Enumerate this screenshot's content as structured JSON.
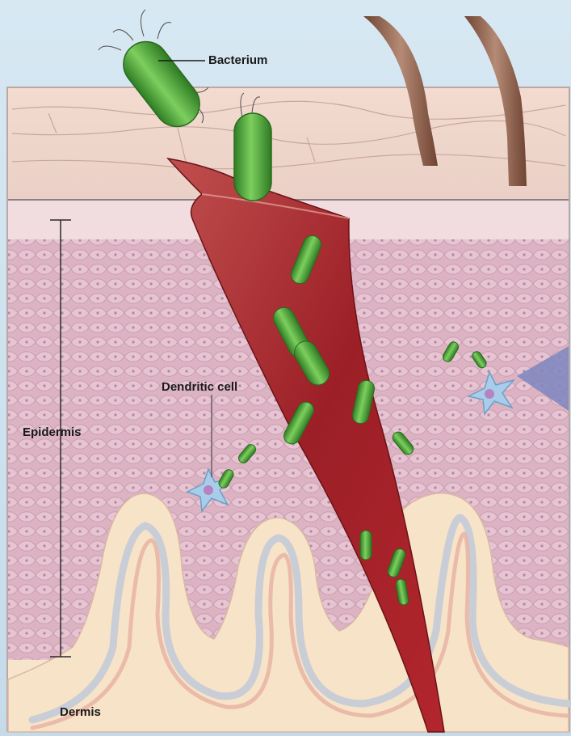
{
  "labels": {
    "bacterium": "Bacterium",
    "dendritic_cell": "Dendritic cell",
    "epidermis": "Epidermis",
    "dermis": "Dermis"
  },
  "colors": {
    "sky": "#cfe2ef",
    "skin_surface": "#f0d4c8",
    "epidermis": "#dcb5c4",
    "dermis": "#f7e3c8",
    "wound": "#a8242b",
    "bacterium": "#4fae3a",
    "dendritic_cell": "#a9cde8",
    "hair": "#8a5a44"
  }
}
